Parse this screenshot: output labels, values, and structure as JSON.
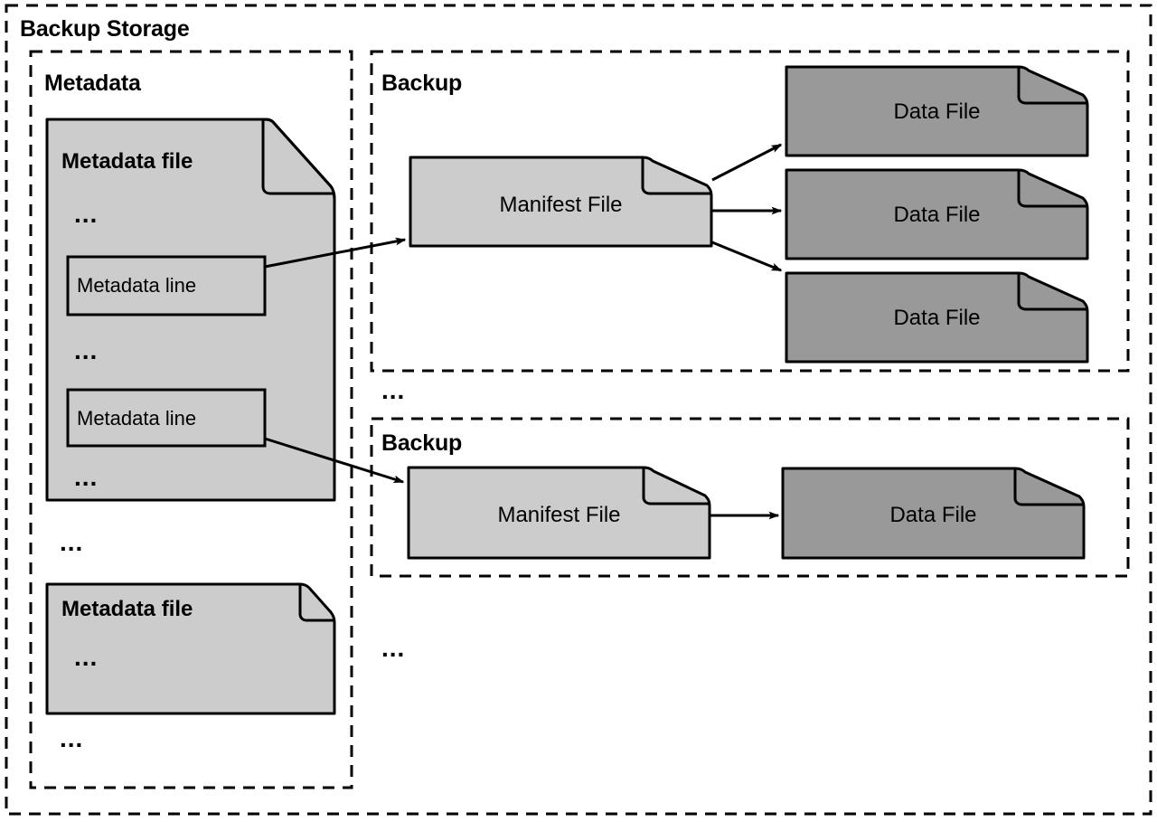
{
  "diagram": {
    "title": "Backup Storage",
    "type": "backup-storage-architecture",
    "outer_container": {
      "label": "Backup Storage",
      "style": "dashed"
    },
    "ellipsis_glyph": "...",
    "colors": {
      "document_light": "#cccccc",
      "document_dark": "#999999",
      "stroke": "#000000",
      "background": "#ffffff",
      "metadata_line_fill": "#cccccc"
    },
    "sections": [
      {
        "name": "metadata-section",
        "label": "Metadata",
        "documents": [
          {
            "name": "metadata-file-1",
            "title": "Metadata file",
            "fill": "#cccccc",
            "contents": [
              {
                "kind": "ellipsis",
                "text": "..."
              },
              {
                "kind": "line",
                "text": "Metadata line"
              },
              {
                "kind": "ellipsis",
                "text": "..."
              },
              {
                "kind": "line",
                "text": "Metadata line"
              },
              {
                "kind": "ellipsis",
                "text": "..."
              }
            ]
          },
          {
            "name": "metadata-file-2",
            "title": "Metadata file",
            "fill": "#cccccc",
            "contents": [
              {
                "kind": "ellipsis",
                "text": "..."
              }
            ]
          }
        ],
        "trailing_ellipsis": "..."
      },
      {
        "name": "backup-section-1",
        "label": "Backup",
        "manifest": {
          "name": "manifest-file-1",
          "label": "Manifest File",
          "fill": "#cccccc"
        },
        "data_files": [
          {
            "name": "data-file-1",
            "label": "Data File",
            "fill": "#999999"
          },
          {
            "name": "data-file-2",
            "label": "Data File",
            "fill": "#999999"
          },
          {
            "name": "data-file-3",
            "label": "Data File",
            "fill": "#999999"
          }
        ]
      },
      {
        "name": "backup-section-2",
        "label": "Backup",
        "manifest": {
          "name": "manifest-file-2",
          "label": "Manifest File",
          "fill": "#cccccc"
        },
        "data_files": [
          {
            "name": "data-file-4",
            "label": "Data File",
            "fill": "#999999"
          }
        ]
      }
    ],
    "inter_backup_ellipsis": "...",
    "trailing_backup_ellipsis": "...",
    "arrows": [
      {
        "from": "metadata-line-1",
        "to": "manifest-file-1"
      },
      {
        "from": "metadata-line-2",
        "to": "manifest-file-2"
      },
      {
        "from": "manifest-file-1",
        "to": "data-file-1"
      },
      {
        "from": "manifest-file-1",
        "to": "data-file-2"
      },
      {
        "from": "manifest-file-1",
        "to": "data-file-3"
      },
      {
        "from": "manifest-file-2",
        "to": "data-file-4"
      }
    ]
  }
}
